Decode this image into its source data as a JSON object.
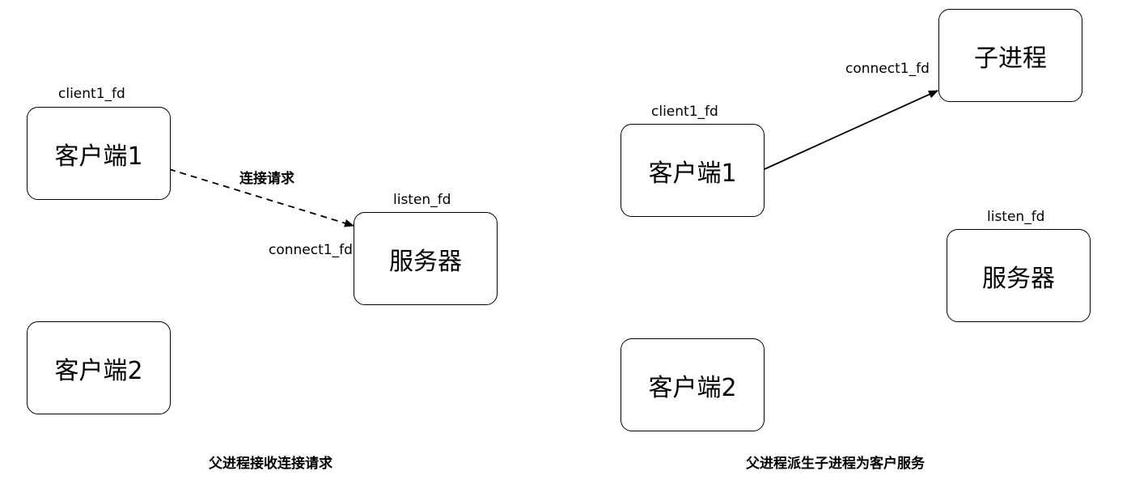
{
  "left": {
    "client1_box": "客户端1",
    "client2_box": "客户端2",
    "server_box": "服务器",
    "client1_fd_label": "client1_fd",
    "listen_fd_label": "listen_fd",
    "connect1_fd_label": "connect1_fd",
    "request_label": "连接请求",
    "caption": "父进程接收连接请求"
  },
  "right": {
    "child_box": "子进程",
    "client1_box": "客户端1",
    "client2_box": "客户端2",
    "server_box": "服务器",
    "connect1_fd_label": "connect1_fd",
    "client1_fd_label": "client1_fd",
    "listen_fd_label": "listen_fd",
    "caption": "父进程派生子进程为客户服务"
  }
}
